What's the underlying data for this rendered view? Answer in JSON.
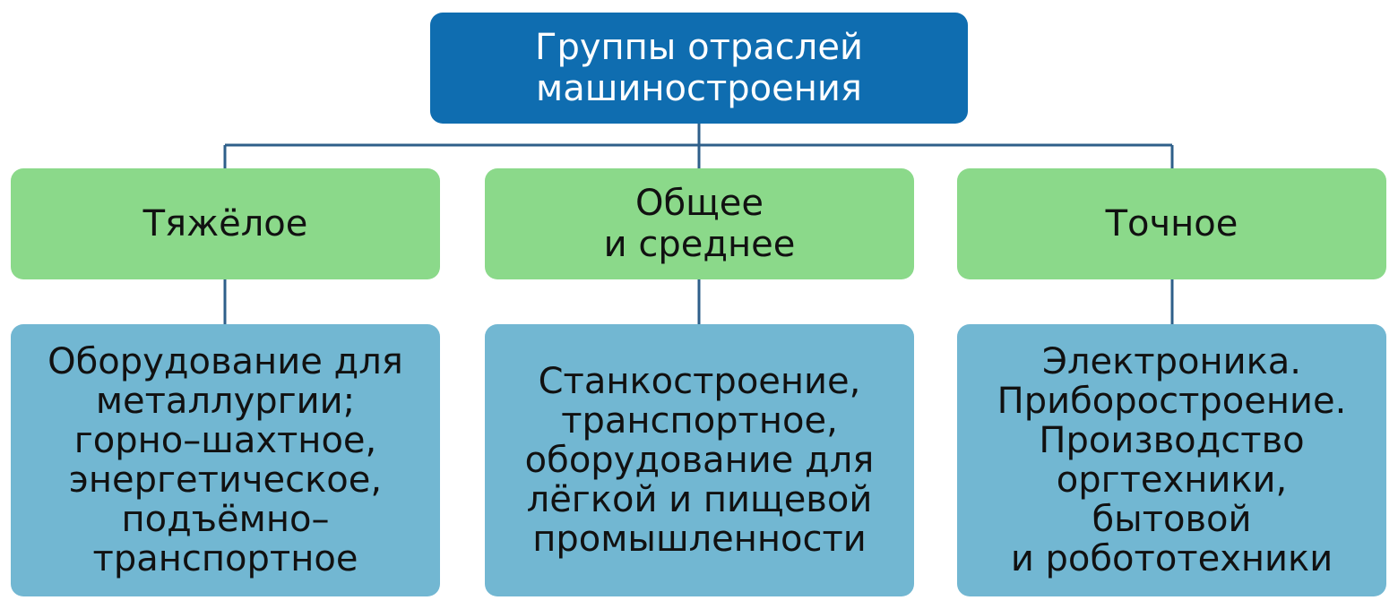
{
  "diagram": {
    "root": {
      "label": "Группы отраслей\nмашиностроения"
    },
    "categories": [
      {
        "label": "Тяжёлое",
        "details": "Оборудование для\nметаллургии;\nгорно–шахтное,\nэнергетическое,\nподъёмно–\nтранспортное"
      },
      {
        "label": "Общее\nи среднее",
        "details": "Станкостроение,\nтранспортное,\nоборудование для\nлёгкой и пищевой\nпромышленности"
      },
      {
        "label": "Точное",
        "details": "Электроника.\nПриборостроение.\nПроизводство\nоргтехники,\nбытовой\nи робототехники"
      }
    ],
    "colors": {
      "root_fill": "#0f6db0",
      "category_fill": "#8bd98a",
      "detail_fill": "#72b7d2",
      "connector": "#2e5f8a",
      "root_text": "#ffffff",
      "body_text": "#111111"
    }
  }
}
